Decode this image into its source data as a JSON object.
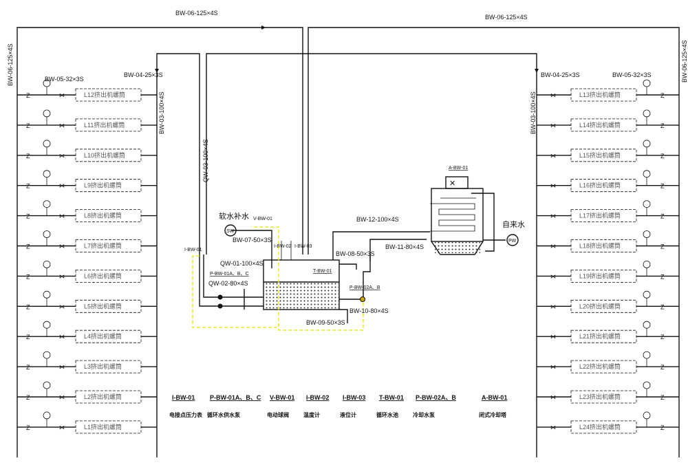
{
  "pipes": {
    "main_supply": "BW-06-125×4S",
    "header_left": "BW-03-100×4S",
    "header_right": "BW-03-100×4S",
    "branch_in": "BW-04-25×3S",
    "branch_out": "BW-05-32×3S",
    "qw03": "QW-03-100×4S",
    "qw01": "QW-01-100×4S",
    "qw02": "QW-02-80×4S",
    "bw07": "BW-07-50×3S",
    "bw08": "BW-08-50×3S",
    "bw09": "BW-09-50×3S",
    "bw10": "BW-10-80×4S",
    "bw11": "BW-11-80×4S",
    "bw12": "BW-12-100×4S"
  },
  "left_units": [
    "L12挤出机螺筒",
    "L11挤出机螺筒",
    "L10挤出机螺筒",
    "L9挤出机螺筒",
    "L8挤出机螺筒",
    "L7挤出机螺筒",
    "L6挤出机螺筒",
    "L5挤出机螺筒",
    "L4挤出机螺筒",
    "L3挤出机螺筒",
    "L2挤出机螺筒",
    "L1挤出机螺筒"
  ],
  "right_units": [
    "L13挤出机螺筒",
    "L14挤出机螺筒",
    "L15挤出机螺筒",
    "L16挤出机螺筒",
    "L17挤出机螺筒",
    "L18挤出机螺筒",
    "L19挤出机螺筒",
    "L20挤出机螺筒",
    "L21挤出机螺筒",
    "L22挤出机螺筒",
    "L23挤出机螺筒",
    "L24挤出机螺筒"
  ],
  "equipment": {
    "soft_water": "软水补水",
    "sw": "SW",
    "tap_water": "自来水",
    "pw": "PW",
    "v_bw_01": "V-BW-01",
    "i_bw_01": "I-BW-01",
    "i_bw_02": "I-BW-02",
    "i_bw_03": "I-BW-03",
    "t_bw_01": "T-BW-01",
    "p_bw_01": "P-BW-01A、B、C",
    "p_bw_02": "P-BW-02A、B",
    "a_bw_01": "A-BW-01"
  },
  "legend": [
    {
      "code": "I-BW-01",
      "name": "电接点压力表"
    },
    {
      "code": "P-BW-01A、B、C",
      "name": "循环水供水泵"
    },
    {
      "code": "V-BW-01",
      "name": "电动球阀"
    },
    {
      "code": "I-BW-02",
      "name": "温度计"
    },
    {
      "code": "I-BW-03",
      "name": "液位计"
    },
    {
      "code": "T-BW-01",
      "name": "循环水池"
    },
    {
      "code": "P-BW-02A、B",
      "name": "冷却水泵"
    },
    {
      "code": "A-BW-01",
      "name": "闭式冷却塔"
    }
  ]
}
